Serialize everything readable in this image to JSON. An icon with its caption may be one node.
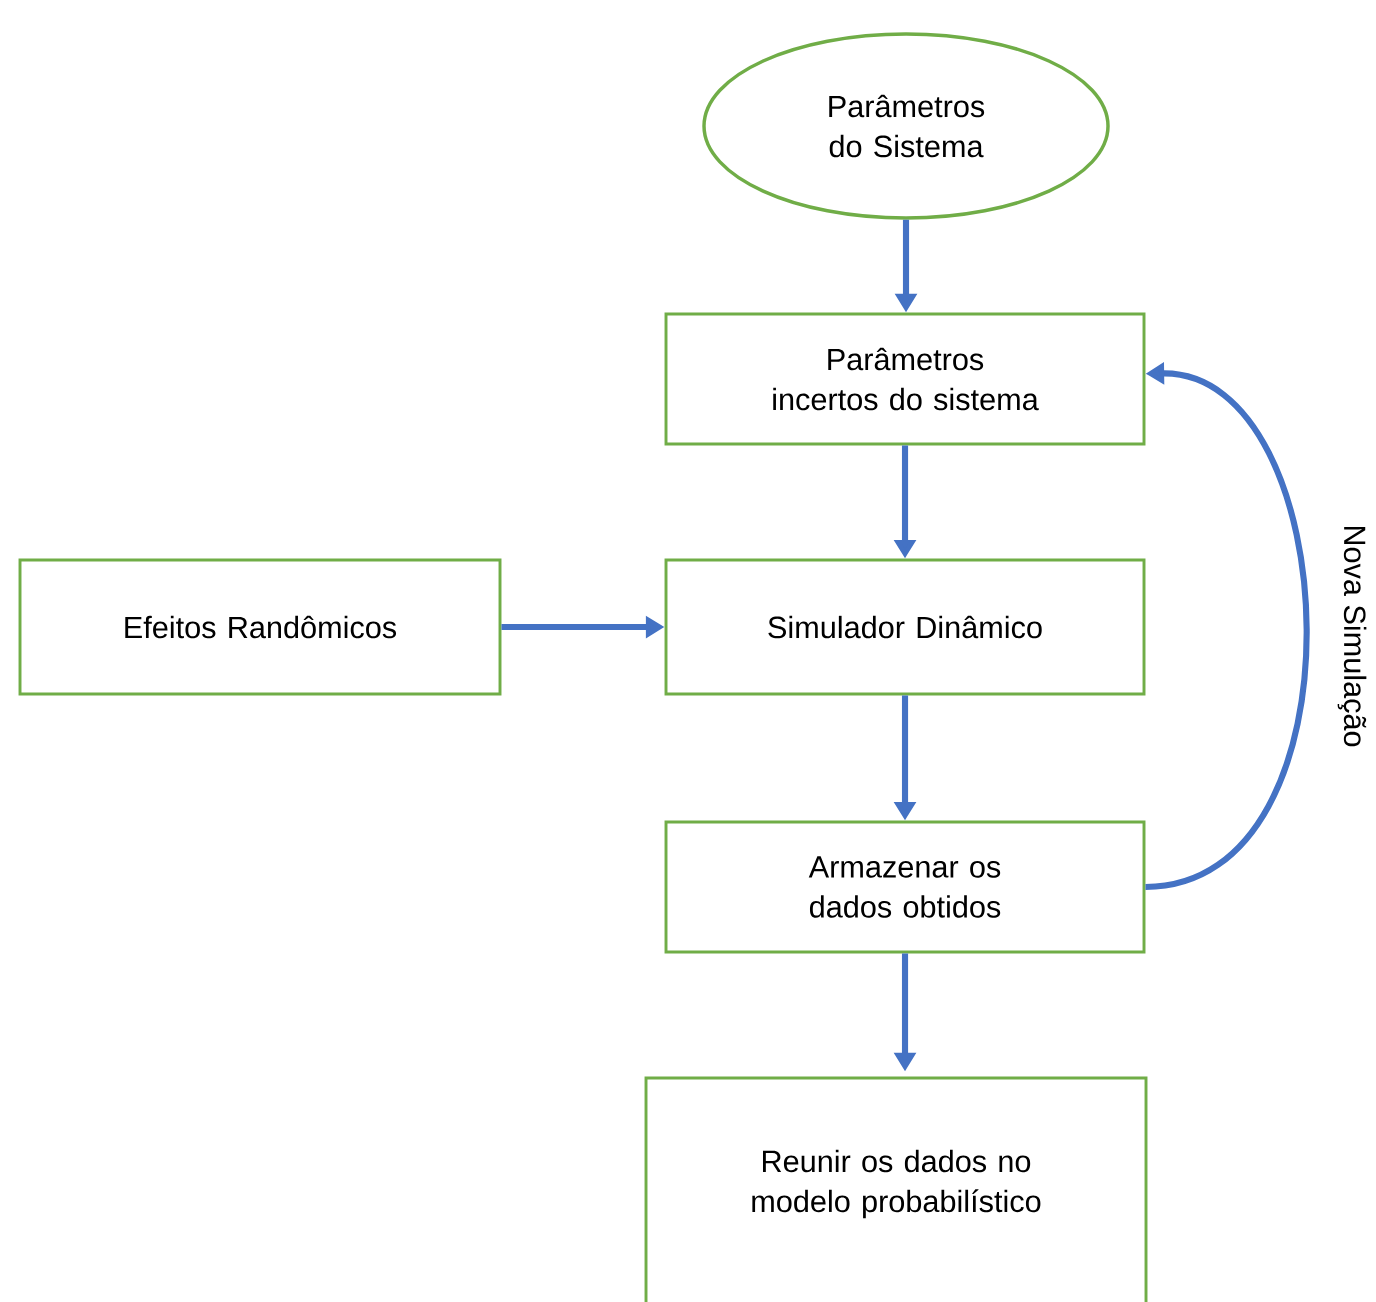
{
  "diagram": {
    "nodes": [
      {
        "text": [
          "Parâmetros do Sistema"
        ]
      },
      {
        "text": [
          "Parâmetros incertos do sistema"
        ]
      },
      {
        "text": [
          "Efeitos Randômicos"
        ]
      },
      {
        "text": [
          "Simulador Dinâmico"
        ]
      },
      {
        "text": [
          "Armazenar os dados obtidos"
        ]
      },
      {
        "text": [
          "Reunir os dados no modelo probabilístico"
        ]
      }
    ],
    "edges": [
      {
        "from": 0,
        "to": 1,
        "arrow": "to"
      },
      {
        "from": 1,
        "to": 3,
        "arrow": "to"
      },
      {
        "from": 2,
        "to": 3,
        "arrow": "to"
      },
      {
        "from": 3,
        "to": 4,
        "arrow": "to"
      },
      {
        "from": 4,
        "to": 1,
        "arrow": "to",
        "label": "Nova Simulação"
      },
      {
        "from": 4,
        "to": 5,
        "arrow": "to"
      }
    ]
  }
}
